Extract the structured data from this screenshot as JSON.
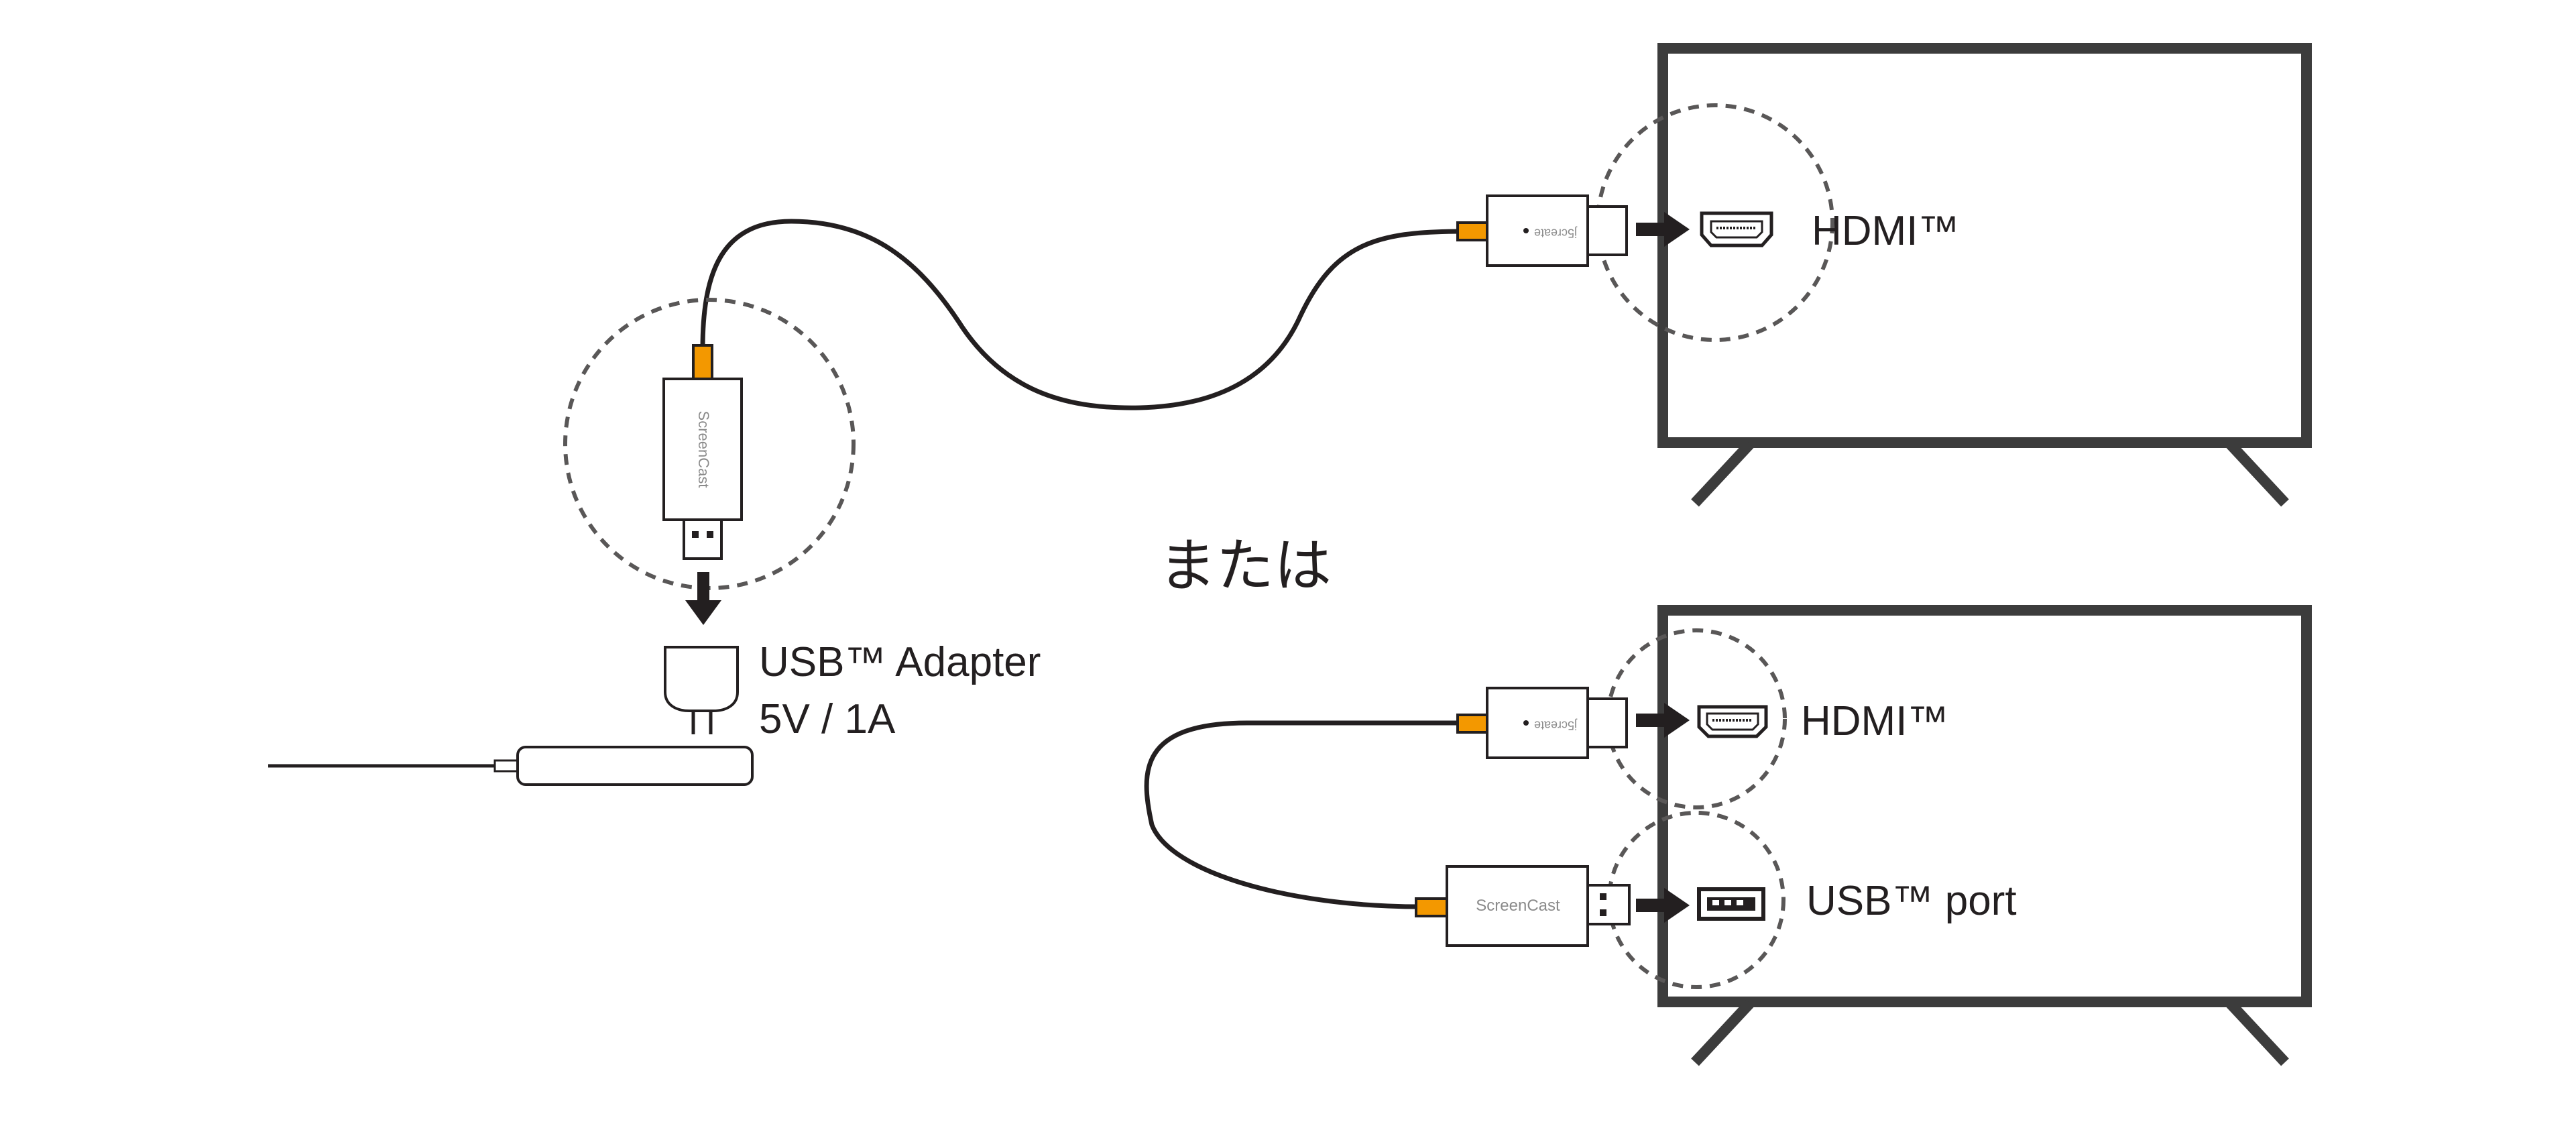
{
  "labels": {
    "hdmi_top": "HDMI™",
    "hdmi_bottom": "HDMI™",
    "usb_port": "USB™ port",
    "usb_adapter_line1": "USB™ Adapter",
    "usb_adapter_line2": "5V / 1A",
    "or": "または"
  },
  "device": {
    "brand_text": "ScreenCast",
    "logo_text": "j5create"
  },
  "colors": {
    "outline": "#231f20",
    "tv_frame": "#3c3c3c",
    "accent_orange": "#f39800",
    "dashed_circle": "#595757",
    "brand_text": "#8a8a8a"
  },
  "icons": {
    "arrow": "arrow-right-icon",
    "hdmi_port": "hdmi-port-icon",
    "usb_port": "usb-port-icon",
    "power_plug": "power-plug-icon"
  }
}
